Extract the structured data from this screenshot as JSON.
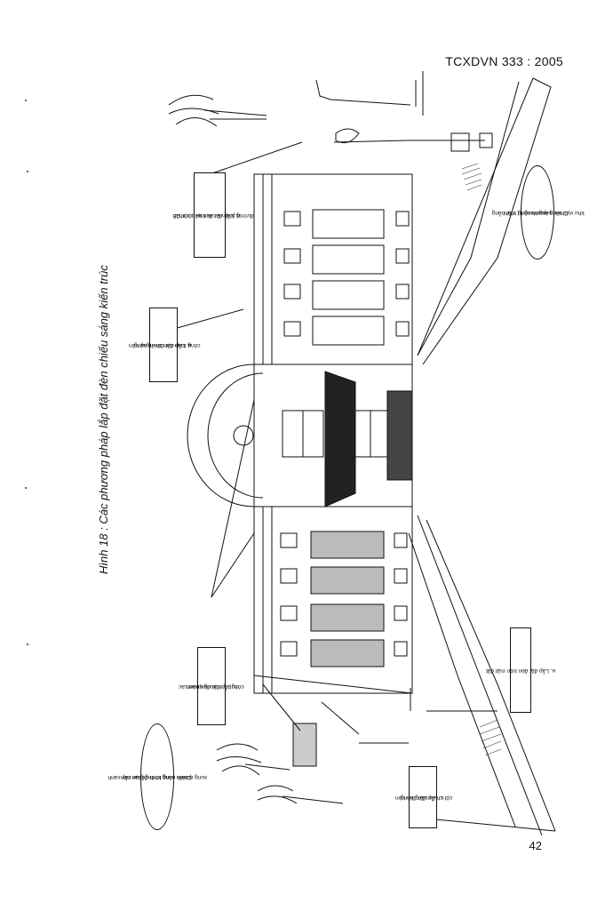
{
  "header": {
    "standard": "TCXDVN 333 : 2005"
  },
  "caption": "Hình 18 : Các phương pháp lắp đặt đèn chiếu sáng kiến trúc",
  "page_number": "42",
  "labels": {
    "a": [
      "a. Lắp đặt đèn ngay trên",
      "công trình cần chiếu sáng"
    ],
    "b": [
      "b. Lắp đặt đèn trên các",
      "công trình xung quanh"
    ],
    "c": [
      "c. Lắp đặt đèn trên",
      "cột chiếu sáng riêng"
    ],
    "d": [
      "d. Lắp đặt đèn trên cột CS",
      "đường phố và các loại cột khác"
    ],
    "e": [
      "e. Lắp đặt đèn trên mặt đất"
    ],
    "oval_top": [
      "Chiếu sáng trang trí mặt bằng",
      "khu vực xung quanh công trình"
    ],
    "oval_bottom": [
      "Chiếu sáng không gian cây xanh",
      "xung quanh công trình để tạo nền"
    ]
  }
}
